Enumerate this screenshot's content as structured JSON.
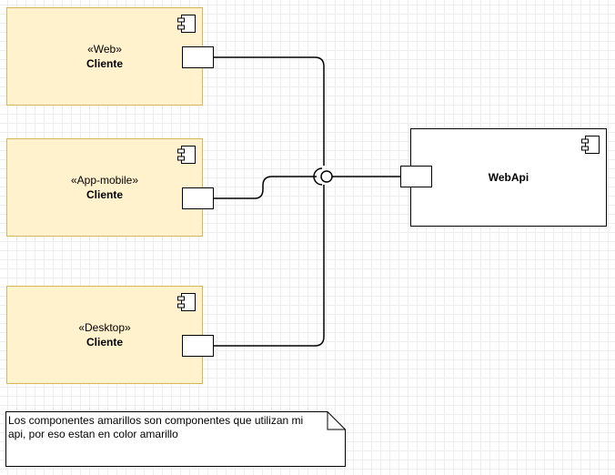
{
  "components": {
    "web_client": {
      "stereotype": "«Web»",
      "name": "Cliente"
    },
    "mobile_client": {
      "stereotype": "«App-mobile»",
      "name": "Cliente"
    },
    "desktop_client": {
      "stereotype": "«Desktop»",
      "name": "Cliente"
    },
    "webapi": {
      "name": "WebApi"
    }
  },
  "note": {
    "text": "Los componentes amarillos son componentes que utilizan mi api, por eso estan en color amarillo"
  },
  "colors": {
    "client_fill": "#fff2cc",
    "client_border": "#d6b656",
    "line": "#000000"
  },
  "icons": [
    "component-icon",
    "port",
    "lollipop-interface",
    "note-shape"
  ]
}
